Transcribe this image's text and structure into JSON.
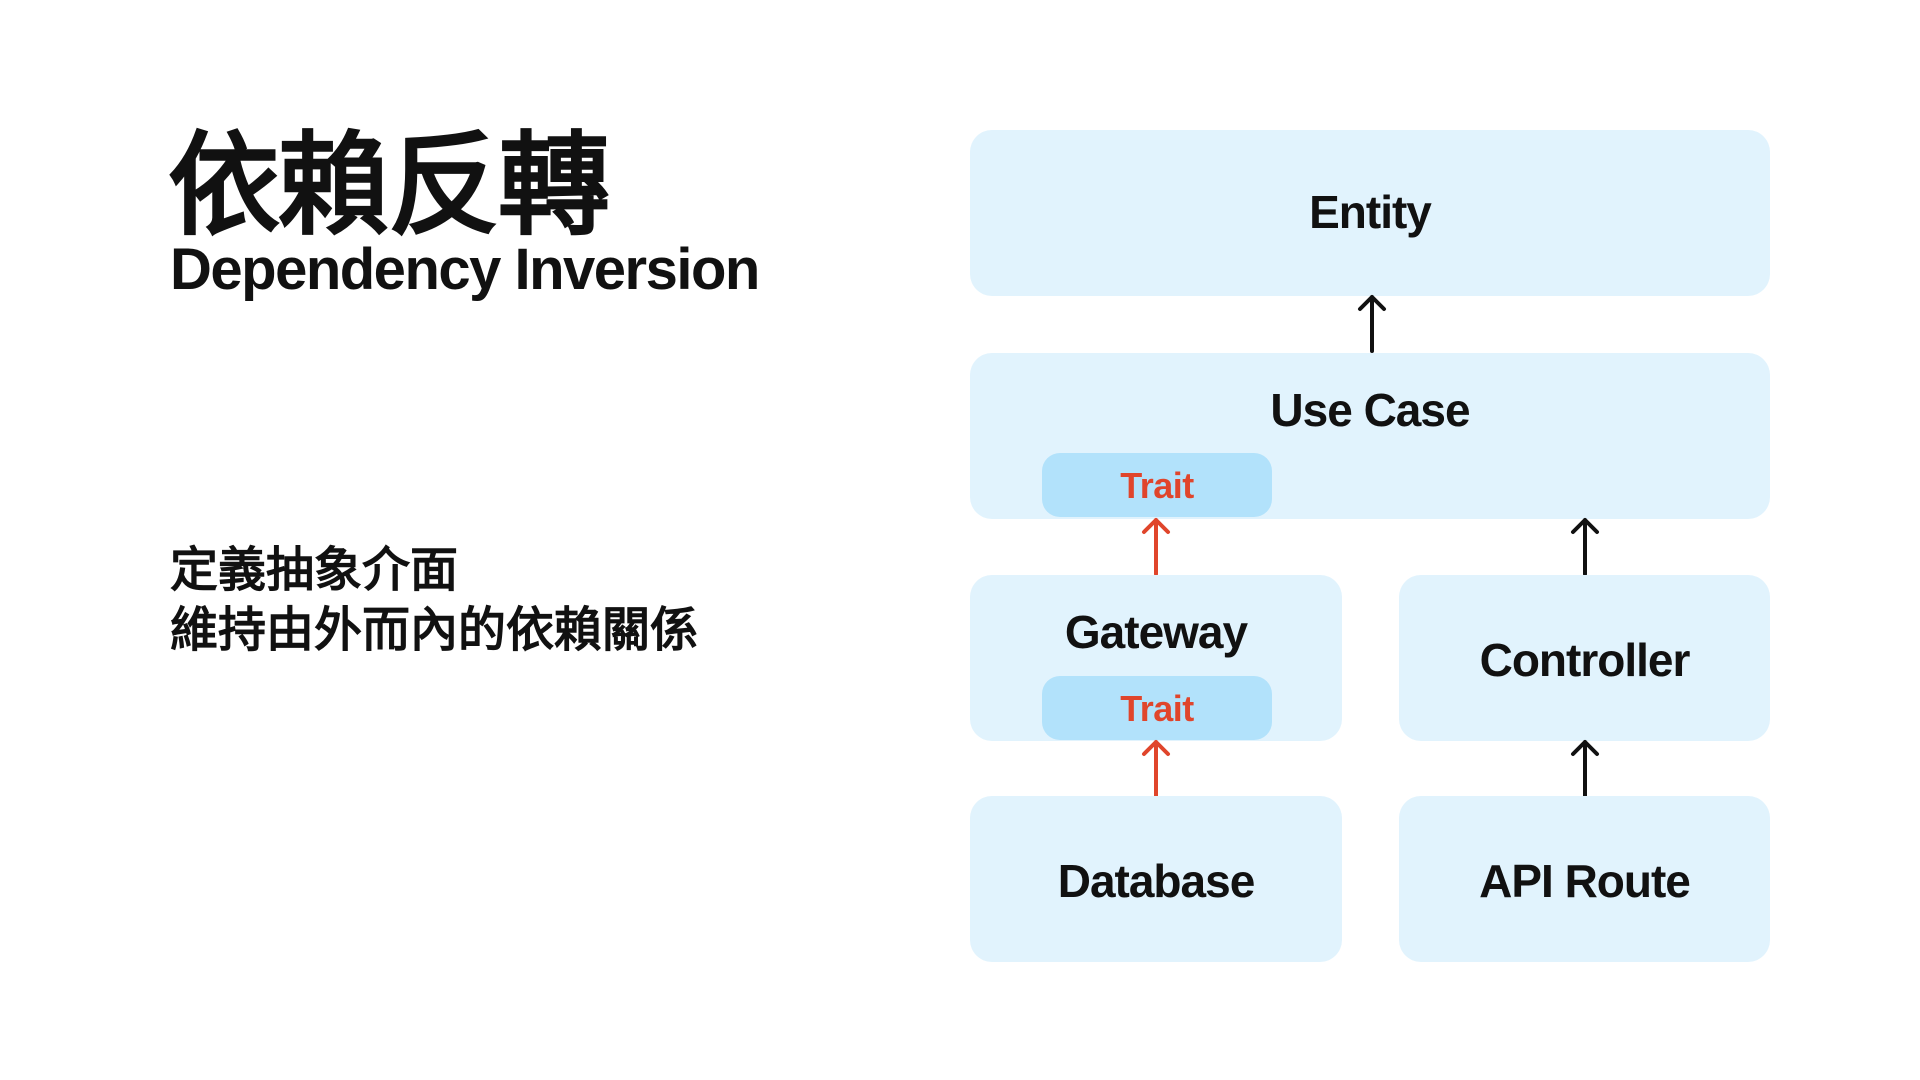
{
  "title": "依賴反轉",
  "subtitle": "Dependency Inversion",
  "description": [
    "定義抽象介面",
    "維持由外而內的依賴關係"
  ],
  "diagram": {
    "entity": "Entity",
    "use_case": "Use Case",
    "use_case_trait": "Trait",
    "gateway": "Gateway",
    "gateway_trait": "Trait",
    "controller": "Controller",
    "database": "Database",
    "api_route": "API Route"
  },
  "colors": {
    "box": "#e1f3fd",
    "trait_box": "#b2e2fb",
    "trait_text": "#e0452b",
    "arrow_default": "#111111",
    "arrow_inverted": "#e0452b"
  }
}
